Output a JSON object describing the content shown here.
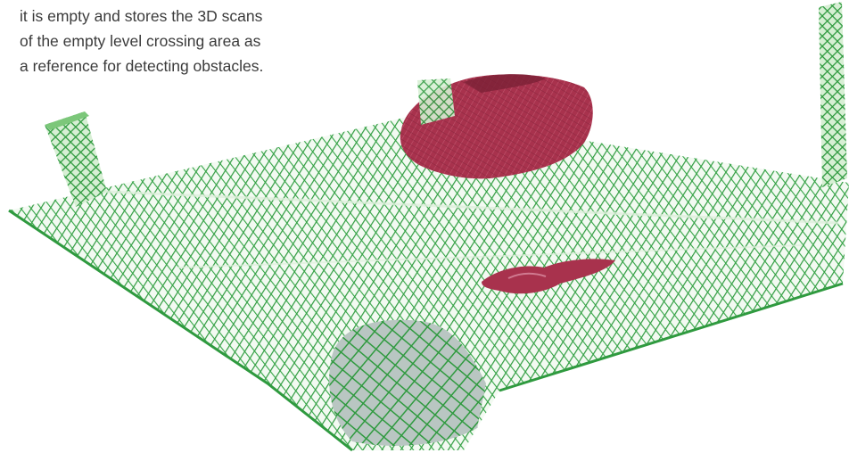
{
  "caption": {
    "lines": [
      "it is empty and stores the 3D scans",
      "of the empty level crossing area as",
      "a reference for detecting obstacles."
    ]
  },
  "colors": {
    "mesh_green": "#2f9a3f",
    "mesh_green_light": "#8fcf8a",
    "obstacle_red": "#a8324d",
    "obstacle_red_dark": "#7a2036",
    "background": "#ffffff",
    "text": "#3b3b3b"
  },
  "scene": {
    "ground_mesh": "green-wireframe-grid",
    "obstacles": [
      "car-scan",
      "small-object-scan"
    ],
    "posts": [
      "left-post",
      "right-post"
    ],
    "pit": "depression-in-mesh"
  }
}
